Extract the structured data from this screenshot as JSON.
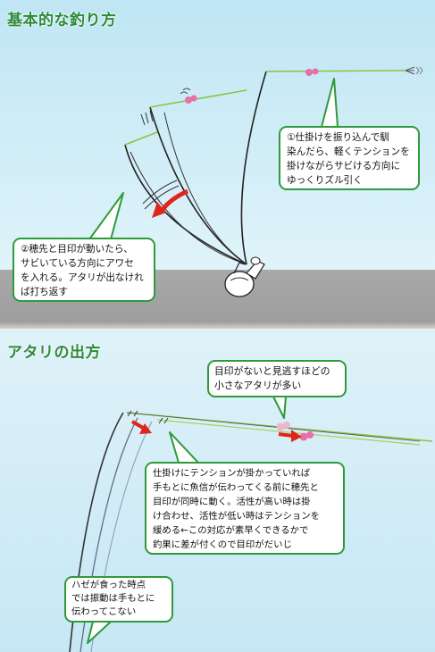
{
  "sections": {
    "basic": {
      "title": "基本的な釣り方",
      "callout_cast": "①仕掛けを振り込んで馴\n染んだら、軽くテンションを\n掛けながらサビける方向に\nゆっくりズル引く",
      "callout_strike": "②穂先と目印が動いたら、\nサビいている方向にアワセ\nを入れる。アタリが出なけれ\nば打ち返す"
    },
    "bite": {
      "title": "アタリの出方",
      "callout_marker": "目印がないと見逃すほどの\n小さなアタリが多い",
      "callout_tension": "仕掛けにテンションが掛かっていれば\n手もとに魚信が伝わってくる前に穂先と\n目印が同時に動く。活性が高い時は掛\nけ合わせ、活性が低い時はテンションを\n緩める←この対応が素早くできるかで\n釣果に差が付くので目印がだいじ",
      "callout_goby": "ハゼが食った時点\nでは振動は手もとに\n伝わってこない"
    }
  },
  "colors": {
    "title_green": "#2c8a3a",
    "callout_border": "#2f9a3b",
    "line_green": "#8ac43f",
    "arrow_red": "#e0251b",
    "marker_pink": "#e86fa8",
    "ground_gray": "#a5a5a5",
    "sky_blue": "#c6e7f4"
  }
}
